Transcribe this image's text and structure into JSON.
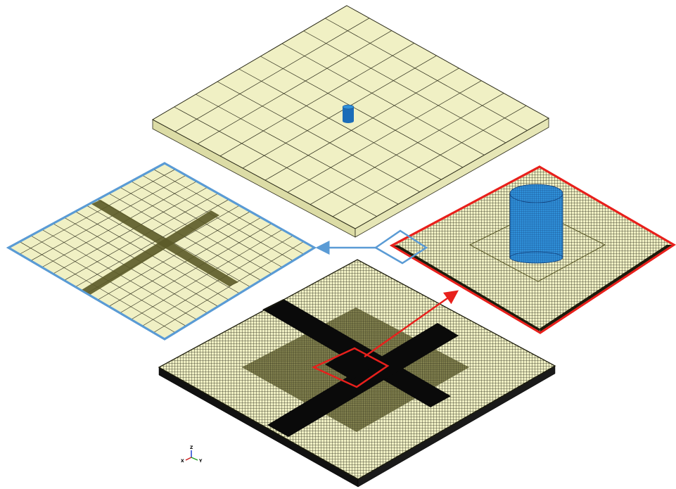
{
  "colors": {
    "background": "#ffffff",
    "mesh_fill": "#f0f0c4",
    "mesh_side": "#dcdca6",
    "mesh_line": "#2a2a18",
    "dense_band": "#1c1c0c",
    "refined_band": "#5b5a28",
    "punch_top": "#2f8fd8",
    "punch_side": "#1b6cb8",
    "callout_blue": "#5a9bd5",
    "callout_red": "#e8201c",
    "axis_x": "#d02020",
    "axis_y": "#20a020",
    "axis_z": "#2040d0"
  },
  "triad": {
    "x_label": "X",
    "y_label": "Y",
    "z_label": "Z"
  }
}
